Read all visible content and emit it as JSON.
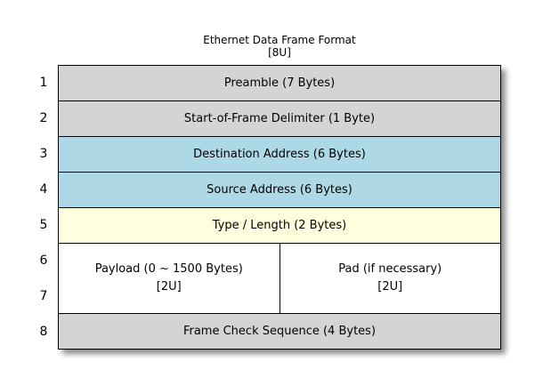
{
  "diagram": {
    "title": "Ethernet Data Frame Format",
    "units_label": "[8U]",
    "row_numbers": [
      "1",
      "2",
      "3",
      "4",
      "5",
      "6",
      "7",
      "8"
    ],
    "rows": [
      {
        "label": "Preamble (7 Bytes)",
        "fill": "#d4d4d4"
      },
      {
        "label": "Start-of-Frame Delimiter (1 Byte)",
        "fill": "#d4d4d4"
      },
      {
        "label": "Destination Address (6 Bytes)",
        "fill": "#add9e6"
      },
      {
        "label": "Source Address (6 Bytes)",
        "fill": "#add9e6"
      },
      {
        "label": "Type / Length (2 Bytes)",
        "fill": "#ffffdd"
      },
      {
        "fill": "#ffffff",
        "cells": [
          {
            "label": "Payload (0 ~ 1500 Bytes)",
            "unit": "[2U]"
          },
          {
            "label": "Pad (if necessary)",
            "unit": "[2U]"
          }
        ]
      },
      {
        "label": "Frame Check Sequence (4 Bytes)",
        "fill": "#d4d4d4"
      }
    ],
    "colors": {
      "border": "#000000",
      "background": "#ffffff",
      "header_fill": "#d4d4d4",
      "address_fill": "#add9e6",
      "type_length_fill": "#ffffdd",
      "payload_fill": "#ffffff",
      "text": "#000000"
    }
  }
}
